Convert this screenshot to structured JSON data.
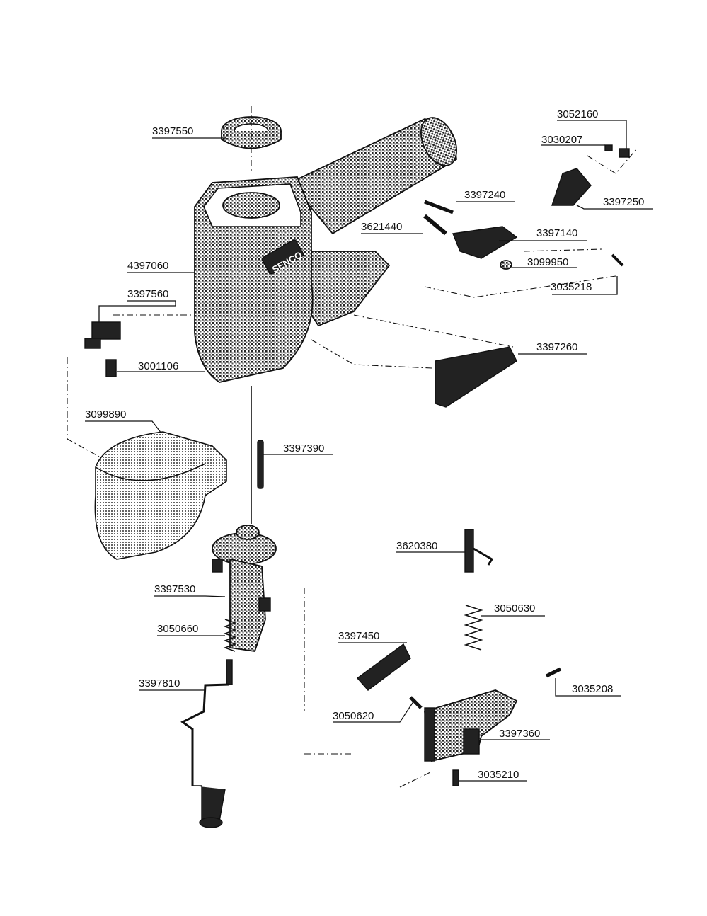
{
  "brand": "SENCO",
  "parts": [
    {
      "id": "housing-cap",
      "number": "3397550"
    },
    {
      "id": "housing",
      "number": "4397060"
    },
    {
      "id": "valve-assembly",
      "number": "3397560"
    },
    {
      "id": "screw-3001106",
      "number": "3001106"
    },
    {
      "id": "deflector",
      "number": "3099890"
    },
    {
      "id": "pin-3397390",
      "number": "3397390"
    },
    {
      "id": "trigger-body",
      "number": "3397530"
    },
    {
      "id": "spring-3050660",
      "number": "3050660"
    },
    {
      "id": "linkage",
      "number": "3397810"
    },
    {
      "id": "clip-3052160",
      "number": "3052160"
    },
    {
      "id": "pin-3030207",
      "number": "3030207"
    },
    {
      "id": "pin-3397240",
      "number": "3397240"
    },
    {
      "id": "trigger-3397250",
      "number": "3397250"
    },
    {
      "id": "pin-3621440",
      "number": "3621440"
    },
    {
      "id": "plate-3397140",
      "number": "3397140"
    },
    {
      "id": "washer-3099950",
      "number": "3099950"
    },
    {
      "id": "spring-3035218",
      "number": "3035218"
    },
    {
      "id": "guide-3397260",
      "number": "3397260"
    },
    {
      "id": "latch-3620380",
      "number": "3620380"
    },
    {
      "id": "spring-3050630",
      "number": "3050630"
    },
    {
      "id": "pusher-3397450",
      "number": "3397450"
    },
    {
      "id": "pin-3035208",
      "number": "3035208"
    },
    {
      "id": "spring-3050620",
      "number": "3050620"
    },
    {
      "id": "magazine-3397360",
      "number": "3397360"
    },
    {
      "id": "pin-3035210",
      "number": "3035210"
    }
  ]
}
